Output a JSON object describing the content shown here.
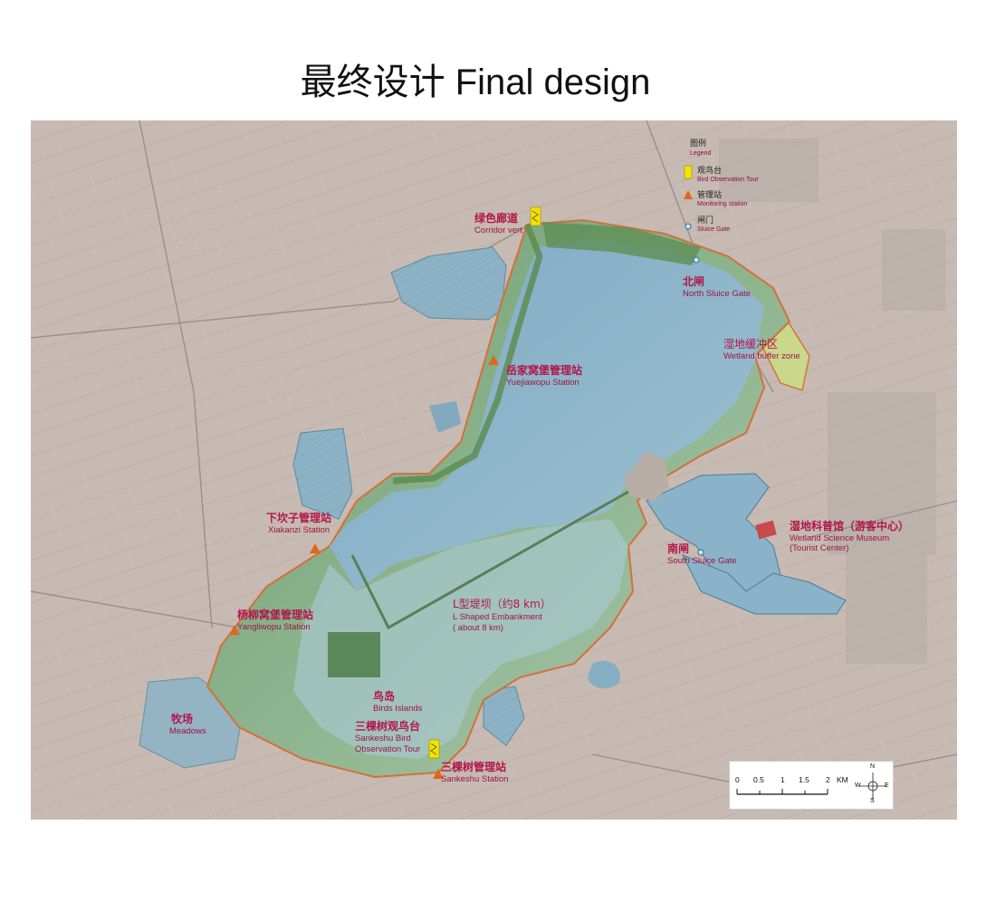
{
  "title": "最终设计  Final design",
  "legend": {
    "heading_cn": "图例",
    "heading_en": "Legend",
    "items": [
      {
        "cn": "观鸟台",
        "en": "Bird Observation Tour",
        "icon": "bird-tower-icon"
      },
      {
        "cn": "管理站",
        "en": "Monitoring station",
        "icon": "triangle-icon"
      },
      {
        "cn": "闸门",
        "en": "Sluice Gate",
        "icon": "circle-icon"
      }
    ]
  },
  "labels": {
    "corridor_cn": "绿色廊道",
    "corridor_en": "Corridor vert",
    "north_gate_cn": "北闸",
    "north_gate_en": "North Sluice Gate",
    "buffer_cn": "湿地缓冲区",
    "buffer_en": "Wetland buffer zone",
    "yuejiawopu_cn": "岳家窝堡管理站",
    "yuejiawopu_en": "Yuejiawopu Station",
    "xiakanzi_cn": "下坎子管理站",
    "xiakanzi_en": "Xiakanzi Station",
    "museum_cn": "湿地科普馆（游客中心）",
    "museum_en1": "Wetland Science Museum",
    "museum_en2": "(Tourist Center)",
    "south_gate_cn": "南闸",
    "south_gate_en": "South Sluice Gate",
    "embankment_cn": "L型堤坝（约8 km）",
    "embankment_en1": "L Shaped Embankment",
    "embankment_en2": "( about 8 km)",
    "yangliwopu_cn": "杨柳窝堡管理站",
    "yangliwopu_en": "Yangliwopu Station",
    "birds_islands_cn": "鸟岛",
    "birds_islands_en": "Birds Islands",
    "meadows_cn": "牧场",
    "meadows_en": "Meadows",
    "sankeshu_tour_cn": "三棵树观鸟台",
    "sankeshu_tour_en1": "Sankeshu Bird",
    "sankeshu_tour_en2": "Observation Tour",
    "sankeshu_station_cn": "三棵树管理站",
    "sankeshu_station_en": "Sankeshu Station"
  },
  "scale": {
    "ticks": [
      "0",
      "0.5",
      "1",
      "1.5",
      "2"
    ],
    "unit": "KM",
    "compass": {
      "n": "N",
      "s": "S",
      "e": "E",
      "w": "W"
    }
  },
  "colors": {
    "lake": "#87b3c9",
    "wetland": "#7fa67a",
    "pond": "#86aec3",
    "buffer": "#c9d88a",
    "label": "#b3154a",
    "station": "#e0661f",
    "tower": "#f3e400",
    "background": "#c8bcb4"
  }
}
